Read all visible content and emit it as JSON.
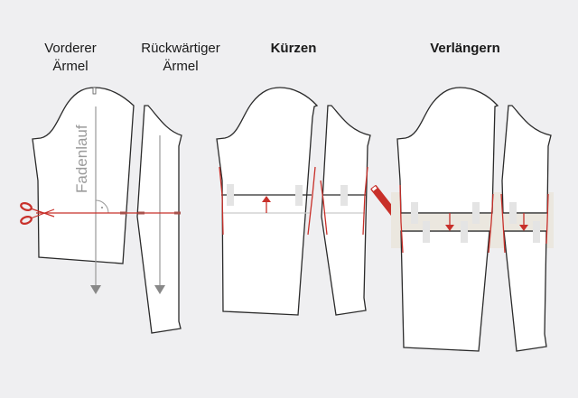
{
  "titles": {
    "front_sleeve_line1": "Vorderer",
    "front_sleeve_line2": "Ärmel",
    "back_sleeve_line1": "Rückwärtiger",
    "back_sleeve_line2": "Ärmel",
    "shorten": "Kürzen",
    "lengthen": "Verlängern"
  },
  "labels": {
    "grainline": "Fadenlauf"
  },
  "icons": {
    "scissors": "scissors-icon",
    "pencil": "pencil-icon",
    "arrow_up": "arrow-up-icon",
    "arrow_down": "arrow-down-icon"
  },
  "colors": {
    "background": "#efeff1",
    "outline": "#2b2b2b",
    "accent_red": "#c8302a",
    "grain_gray": "#9a9a9a",
    "tape": "#e4e4e4",
    "paper_insert": "#ebe7df"
  }
}
